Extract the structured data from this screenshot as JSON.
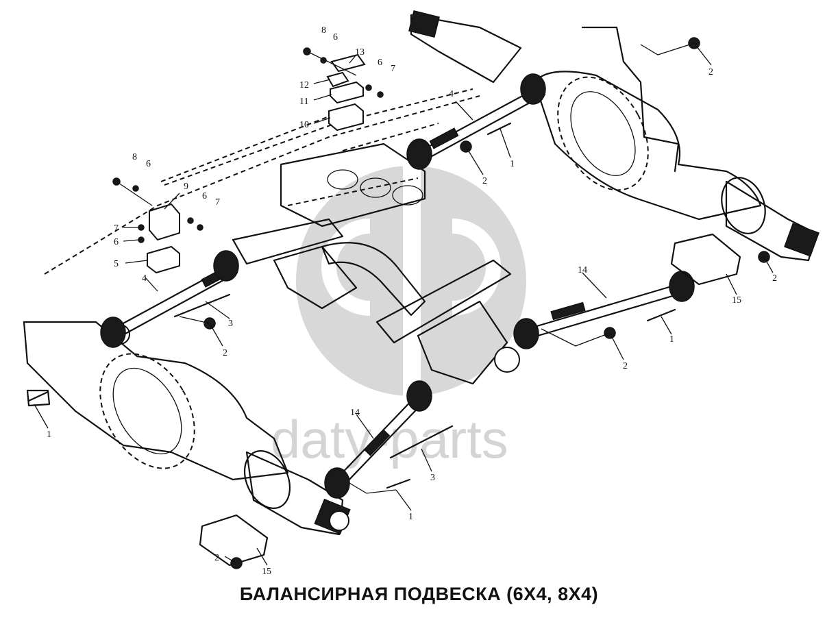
{
  "caption": "БАЛАНСИРНАЯ ПОДВЕСКА (6X4, 8X4)",
  "watermark": {
    "text": "daty-parts",
    "color": "#d4d4d4"
  },
  "callouts": {
    "c1a": "1",
    "c1b": "1",
    "c1c": "1",
    "c1d": "1",
    "c2a": "2",
    "c2b": "2",
    "c2c": "2",
    "c2d": "2",
    "c2e": "2",
    "c2f": "2",
    "c3a": "3",
    "c3b": "3",
    "c4a": "4",
    "c4b": "4",
    "c5": "5",
    "c6a": "6",
    "c6b": "6",
    "c6c": "6",
    "c6d": "6",
    "c6e": "6",
    "c7a": "7",
    "c7b": "7",
    "c7c": "7",
    "c8a": "8",
    "c8b": "8",
    "c9": "9",
    "c10": "10",
    "c11": "11",
    "c12": "12",
    "c13": "13",
    "c14a": "14",
    "c14b": "14",
    "c15a": "15",
    "c15b": "15"
  }
}
